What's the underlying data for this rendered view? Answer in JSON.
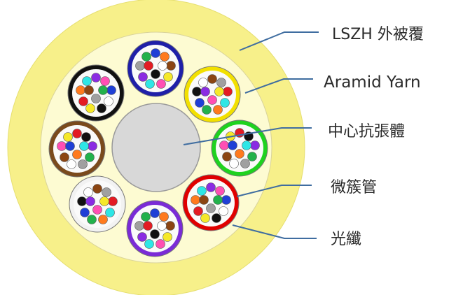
{
  "labels": {
    "jacket": "LSZH 外被覆",
    "aramid": "Aramid Yarn",
    "core": "中心抗張體",
    "microtube": "微簇管",
    "fiber": "光纖"
  },
  "colors": {
    "jacket": "#f7f08a",
    "aramid": "#fdfbd2",
    "core": "#d8d8d8",
    "leader": "#3f6da0",
    "fibers": [
      "#1f3fd6",
      "#ff7a1e",
      "#22b14c",
      "#8b4513",
      "#a0a0a0",
      "#ffffff",
      "#e31b23",
      "#111111",
      "#f5e82a",
      "#8a2be2",
      "#ff4fb4",
      "#2ee6e6"
    ],
    "tubes": [
      "#1f1fa8",
      "#f2e000",
      "#1fd21f",
      "#e00000",
      "#7a2bd6",
      "#f2f2f2",
      "#7a4a1c",
      "#111111"
    ]
  },
  "tube_count": 8,
  "fibers_per_tube": 12
}
